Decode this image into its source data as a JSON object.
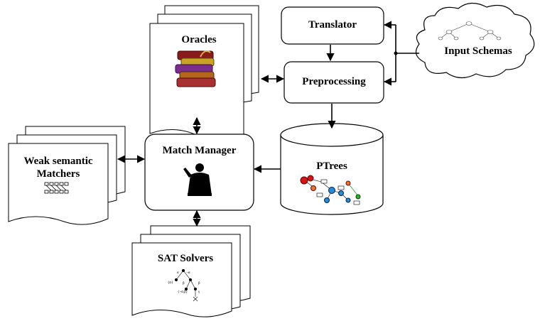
{
  "diagram": {
    "oracles": "Oracles",
    "translator": "Translator",
    "preprocessing": "Preprocessing",
    "input_schemas": "Input Schemas",
    "match_manager": "Match Manager",
    "weak_matchers_line1": "Weak semantic",
    "weak_matchers_line2": "Matchers",
    "ptrees": "PTrees",
    "sat_solvers": "SAT Solvers",
    "sat_tree_labels": {
      "a": "α",
      "b": "¬α",
      "c": "{α}",
      "d": "β",
      "e": "β",
      "f": "{¬α,β}",
      "g": "γ"
    }
  }
}
